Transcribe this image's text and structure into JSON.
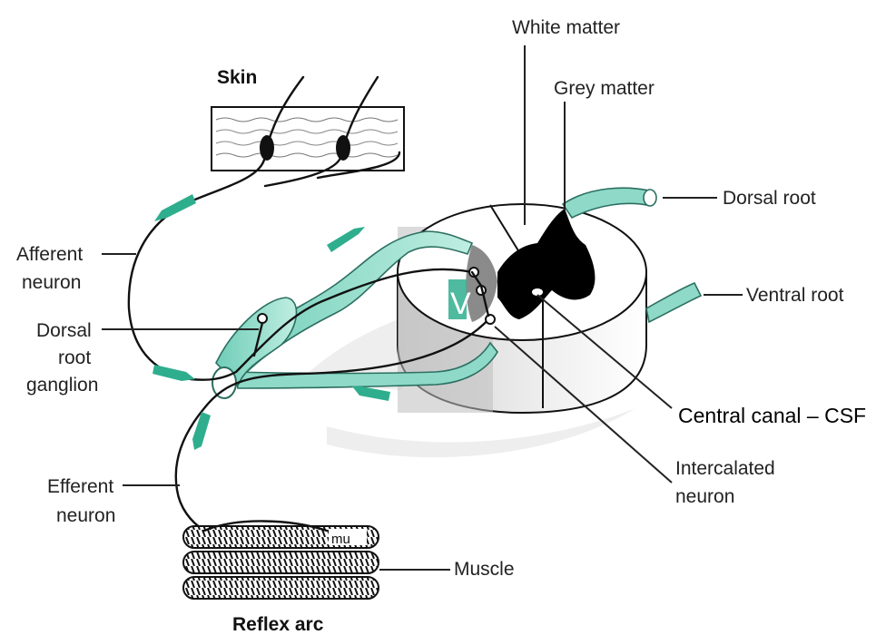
{
  "diagram": {
    "title": "Reflex arc",
    "colors": {
      "accent": "#2fae8e",
      "teal_fill": "#8ed9c8",
      "grey_matter": "#000000",
      "spinal_shade": "#c9c9c9"
    },
    "labels": {
      "skin": "Skin",
      "white_matter": "White matter",
      "grey_matter": "Grey matter",
      "dorsal_root": "Dorsal root",
      "ventral_root": "Ventral root",
      "afferent_neuron_line1": "Afferent",
      "afferent_neuron_line2": "neuron",
      "dorsal_root_ganglion_line1": "Dorsal",
      "dorsal_root_ganglion_line2": "root",
      "dorsal_root_ganglion_line3": "ganglion",
      "central_canal_prefix": "Central",
      "central_canal_rest": " canal – CSF",
      "intercalated_neuron_line1": "Intercalated",
      "intercalated_neuron_line2": "neuron",
      "efferent_neuron_line1": "Efferent",
      "efferent_neuron_line2": "neuron",
      "muscle": "Muscle",
      "v_marker": "V",
      "muscle_tag": "mu"
    }
  }
}
